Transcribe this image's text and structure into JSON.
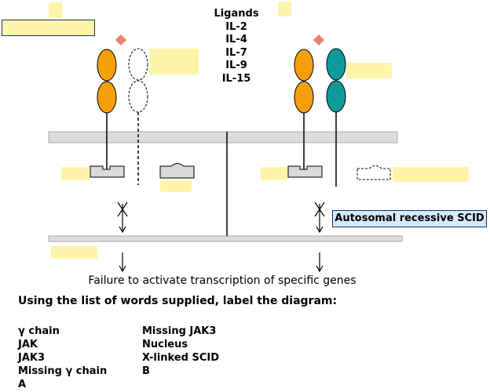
{
  "ligands": {
    "title": "Ligands",
    "items": [
      "IL-2",
      "IL-4",
      "IL-7",
      "IL-9",
      "IL-15"
    ]
  },
  "result_text": "Failure to activate transcription of specific genes",
  "highlighted_label": "Autosomal recessive SCID",
  "instruction": "Using the list of words supplied, label the diagram:",
  "word_list": {
    "column_1": [
      "γ chain",
      "JAK",
      "JAK3",
      "Missing γ chain",
      "A"
    ],
    "column_2": [
      "Missing JAK3",
      "Nucleus",
      "X-linked SCID",
      "B"
    ]
  },
  "colors": {
    "orange_chain": "#f5a00a",
    "teal_chain": "#0e9a98",
    "ligand_diamond": "#e8816e",
    "membrane": "#dcdcdc",
    "label_box": "#fff5a8",
    "highlight_box": "#d4e9ff"
  }
}
